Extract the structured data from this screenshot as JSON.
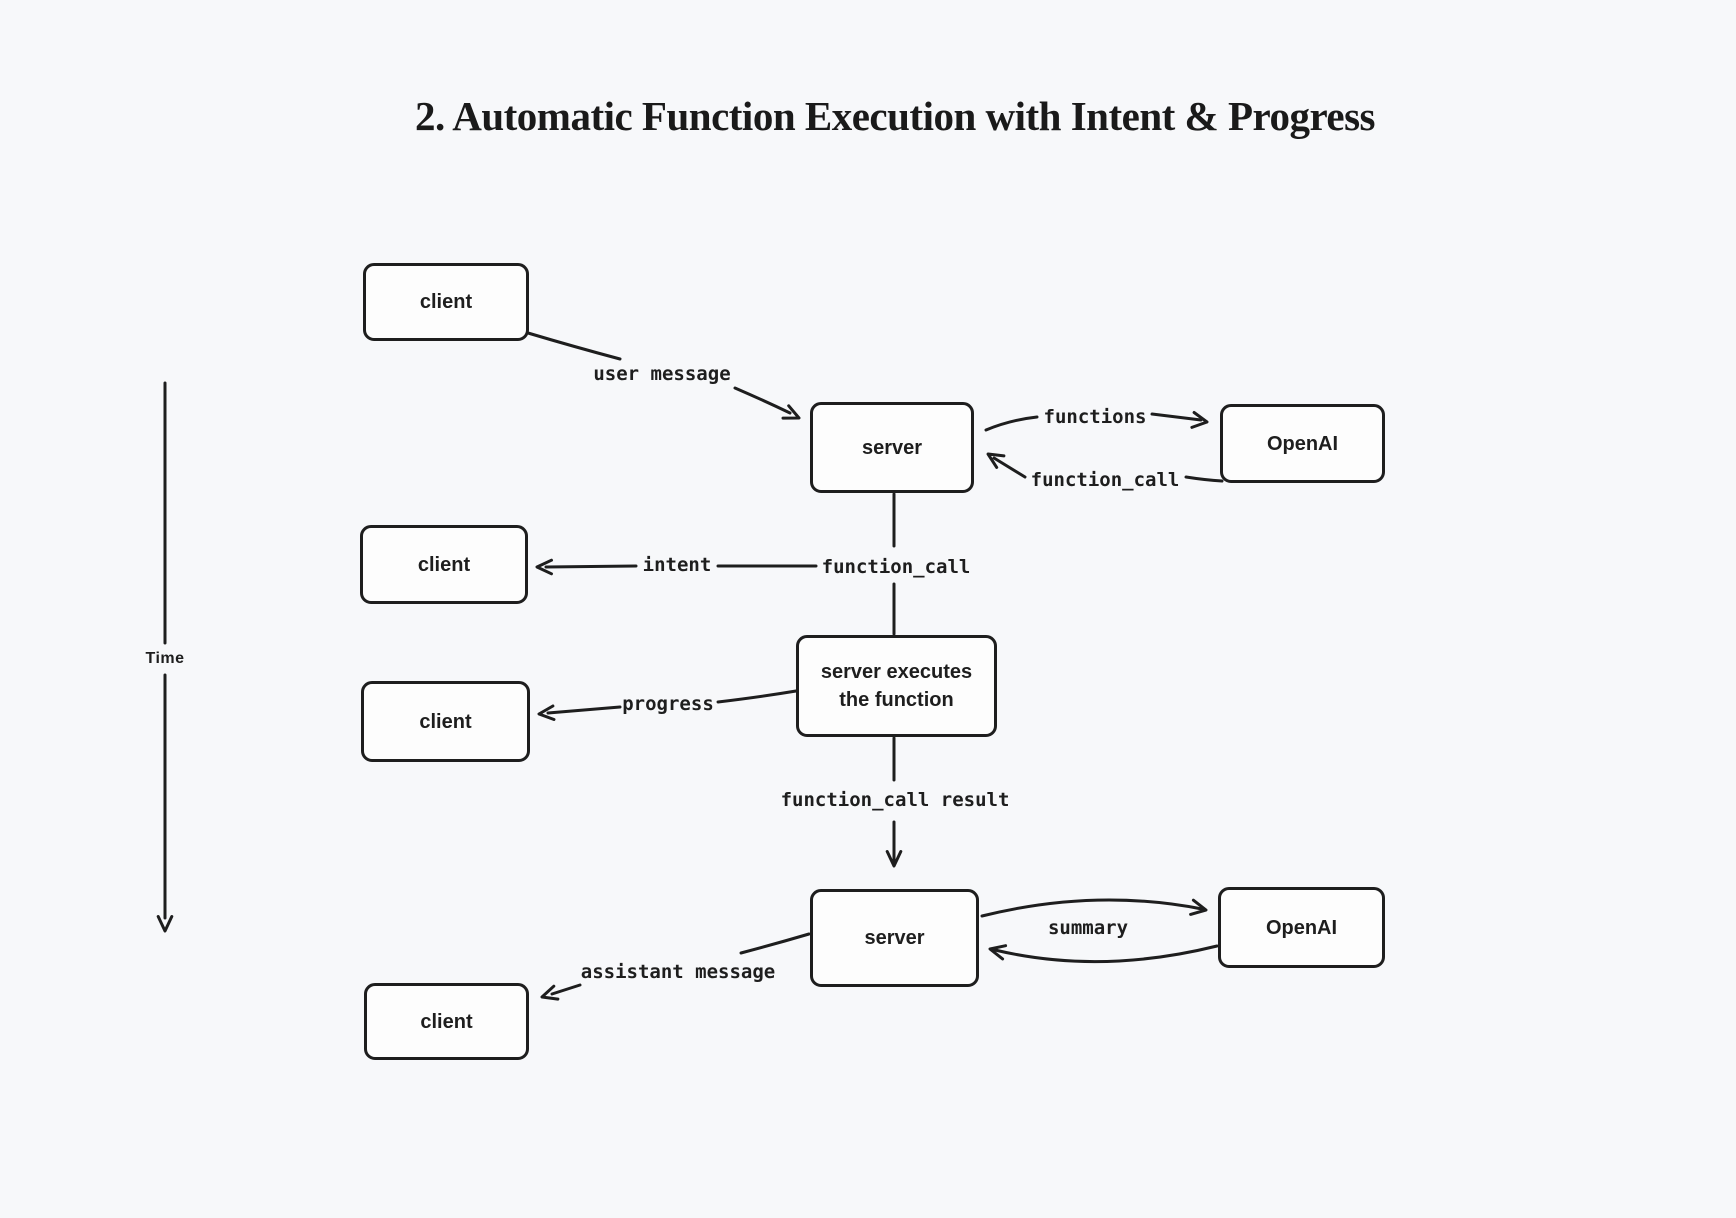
{
  "title": "2. Automatic Function Execution with Intent & Progress",
  "time_axis": {
    "label": "Time"
  },
  "nodes": {
    "client1": {
      "label": "client"
    },
    "server1": {
      "label": "server"
    },
    "openai1": {
      "label": "OpenAI"
    },
    "client2": {
      "label": "client"
    },
    "executor": {
      "line1": "server executes",
      "line2": "the function"
    },
    "client3": {
      "label": "client"
    },
    "server2": {
      "label": "server"
    },
    "openai2": {
      "label": "OpenAI"
    },
    "client4": {
      "label": "client"
    }
  },
  "edges": {
    "user_message": {
      "label": "user message"
    },
    "functions": {
      "label": "functions"
    },
    "function_call_top": {
      "label": "function_call"
    },
    "intent": {
      "label": "intent"
    },
    "function_call_mid": {
      "label": "function_call"
    },
    "progress": {
      "label": "progress"
    },
    "function_call_result": {
      "label": "function_call result"
    },
    "summary": {
      "label": "summary"
    },
    "assistant_message": {
      "label": "assistant message"
    }
  },
  "colors": {
    "background": "#f7f8fa",
    "stroke": "#1e1e1e",
    "box_fill": "#fdfdfd"
  }
}
